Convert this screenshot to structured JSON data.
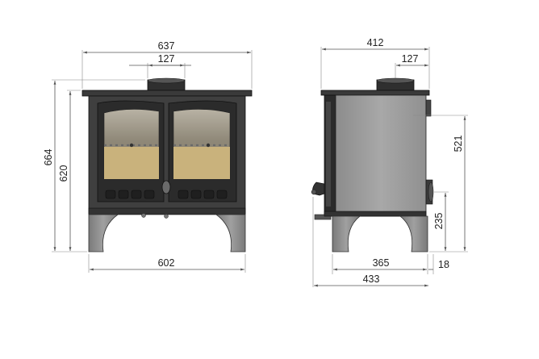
{
  "front_view": {
    "overall_width": "637",
    "flue_width": "127",
    "overall_height": "664",
    "body_height": "620",
    "leg_span": "602"
  },
  "side_view": {
    "overall_depth": "412",
    "flue_offset": "127",
    "flue_centre_height": "521",
    "rear_outlet_height": "235",
    "base_depth": "365",
    "handle_offset": "18",
    "overall_depth_with_handle": "433"
  },
  "colors": {
    "body": "#4a4a4a",
    "body_dark": "#2b2b2b",
    "legs": "#8a8a8a",
    "glass_top": "#9a9280",
    "glass_firebed": "#c9b27c",
    "side_panel": "#9c9c9c",
    "dimension_line": "#555555"
  }
}
